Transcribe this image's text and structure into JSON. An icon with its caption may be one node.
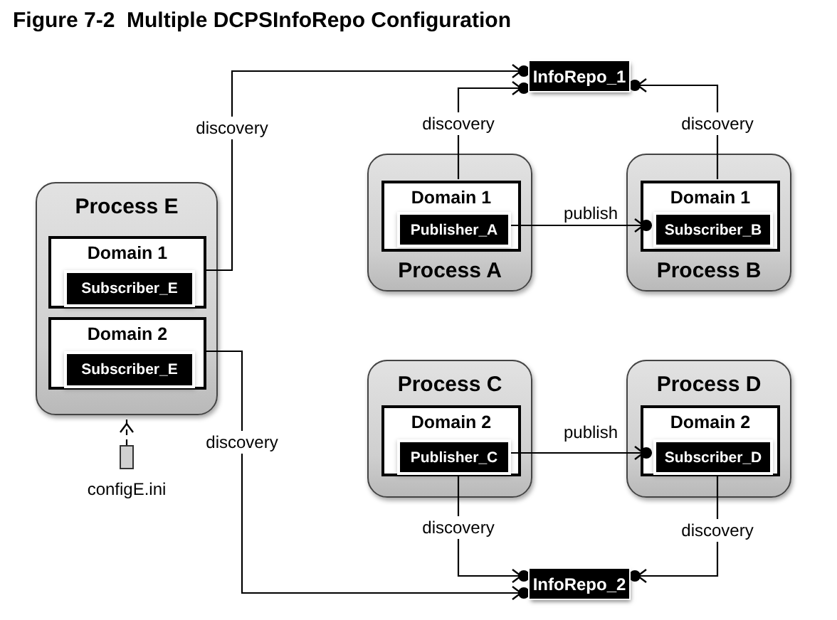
{
  "diagram": {
    "title": "Figure 7-2  Multiple DCPSInfoRepo Configuration",
    "nodes": [
      {
        "text": [
          "InfoRepo_1"
        ]
      },
      {
        "text": [
          "Process E"
        ]
      },
      {
        "text": [
          "Domain 1"
        ],
        "in": 1
      },
      {
        "text": [
          "Subscriber_E"
        ],
        "in": 2
      },
      {
        "text": [
          "Domain 2"
        ],
        "in": 1
      },
      {
        "text": [
          "Subscriber_E"
        ],
        "in": 4
      },
      {
        "text": [
          "configE.ini"
        ]
      },
      {
        "text": [
          "Process A"
        ]
      },
      {
        "text": [
          "Domain 1"
        ],
        "in": 7
      },
      {
        "text": [
          "Publisher_A"
        ],
        "in": 8
      },
      {
        "text": [
          "Process B"
        ]
      },
      {
        "text": [
          "Domain 1"
        ],
        "in": 10
      },
      {
        "text": [
          "Subscriber_B"
        ],
        "in": 11
      },
      {
        "text": [
          "Process C"
        ]
      },
      {
        "text": [
          "Domain 2"
        ],
        "in": 13
      },
      {
        "text": [
          "Publisher_C"
        ],
        "in": 14
      },
      {
        "text": [
          "Process D"
        ]
      },
      {
        "text": [
          "Domain 2"
        ],
        "in": 16
      },
      {
        "text": [
          "Subscriber_D"
        ],
        "in": 17
      },
      {
        "text": [
          "InfoRepo_2"
        ]
      }
    ],
    "edges": [
      {
        "from": 2,
        "to": 0,
        "arrow": "to",
        "label": "discovery"
      },
      {
        "from": 8,
        "to": 0,
        "arrow": "to",
        "label": "discovery"
      },
      {
        "from": 11,
        "to": 0,
        "arrow": "to",
        "label": "discovery"
      },
      {
        "from": 9,
        "to": 12,
        "arrow": "to",
        "label": "publish"
      },
      {
        "from": 4,
        "to": 19,
        "arrow": "to",
        "label": "discovery"
      },
      {
        "from": 14,
        "to": 19,
        "arrow": "to",
        "label": "discovery"
      },
      {
        "from": 17,
        "to": 19,
        "arrow": "to",
        "label": "discovery"
      },
      {
        "from": 15,
        "to": 18,
        "arrow": "to",
        "label": "publish"
      },
      {
        "from": 6,
        "to": 1,
        "arrow": "to",
        "style": "dashed"
      }
    ]
  }
}
